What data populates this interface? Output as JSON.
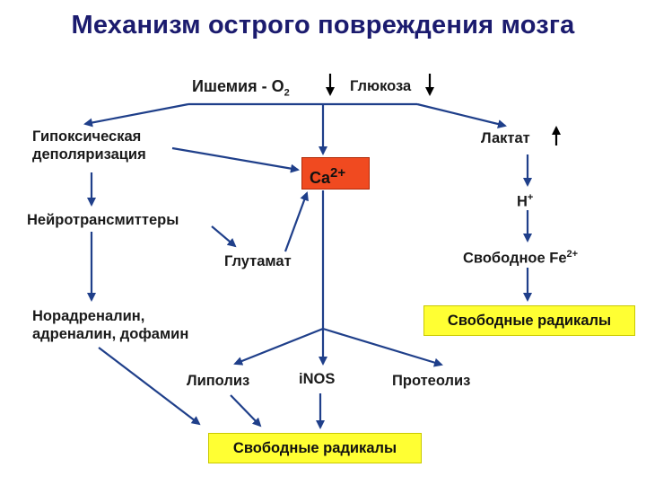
{
  "title": "Механизм острого повреждения мозга",
  "nodes": {
    "ischemia": "Ишемия - O",
    "ischemia_sub": "2",
    "glucose": "Глюкоза",
    "hypoxic_line1": "Гипоксическая",
    "hypoxic_line2": "деполяризация",
    "lactate": "Лактат",
    "ca": "Ca",
    "ca_sup": "2+",
    "h": "H",
    "h_sup": "+",
    "neurotransmitters": "Нейротрансмиттеры",
    "glutamate": "Глутамат",
    "free_fe": "Свободное Fe",
    "free_fe_sup": "2+",
    "noradrenaline_line1": "Норадреналин,",
    "noradrenaline_line2": "адреналин, дофамин",
    "free_radicals_right": "Свободные радикалы",
    "lipolysis": "Липолиз",
    "inos": "iNOS",
    "proteolysis": "Протеолиз",
    "free_radicals_bottom": "Свободные радикалы"
  },
  "colors": {
    "arrow": "#1f3f8a",
    "title": "#1b1b6e",
    "ca_box": "#f04a20",
    "yellow_box": "#ffff33"
  }
}
